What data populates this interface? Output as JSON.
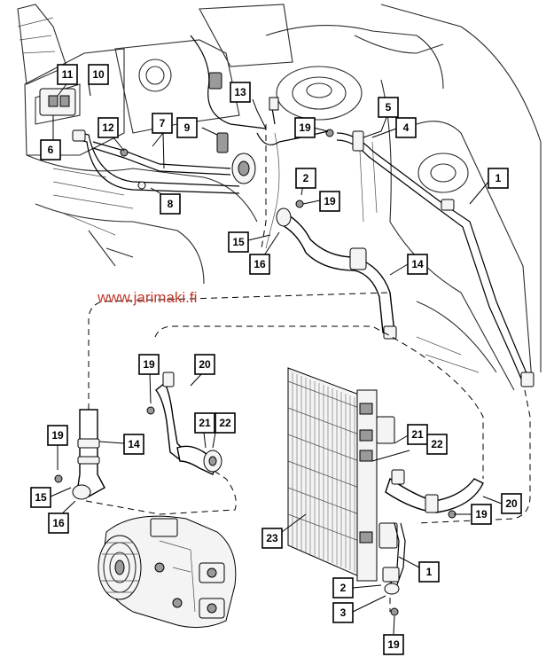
{
  "diagram": {
    "title": "A/C refrigerant lines, condenser and compressor — exploded view",
    "watermark": "www.jarimaki.fi",
    "callouts": [
      "1",
      "2",
      "3",
      "4",
      "5",
      "6",
      "7",
      "8",
      "9",
      "10",
      "11",
      "12",
      "13",
      "14",
      "15",
      "16",
      "19",
      "20",
      "21",
      "22",
      "23"
    ],
    "labels": {
      "c11": "11",
      "c10": "10",
      "c6": "6",
      "c12": "12",
      "c7": "7",
      "c9": "9",
      "c8": "8",
      "c13": "13",
      "c19a": "19",
      "c5": "5",
      "c4": "4",
      "c2a": "2",
      "c19b": "19",
      "c1a": "1",
      "c15a": "15",
      "c16a": "16",
      "c14a": "14",
      "c19c": "19",
      "c20a": "20",
      "c21a": "21",
      "c22a": "22",
      "c19d": "19",
      "c14b": "14",
      "c15b": "15",
      "c16b": "16",
      "c21b": "21",
      "c22b": "22",
      "c20b": "20",
      "c19e": "19",
      "c23": "23",
      "c1b": "1",
      "c2b": "2",
      "c3": "3",
      "c19f": "19"
    }
  }
}
